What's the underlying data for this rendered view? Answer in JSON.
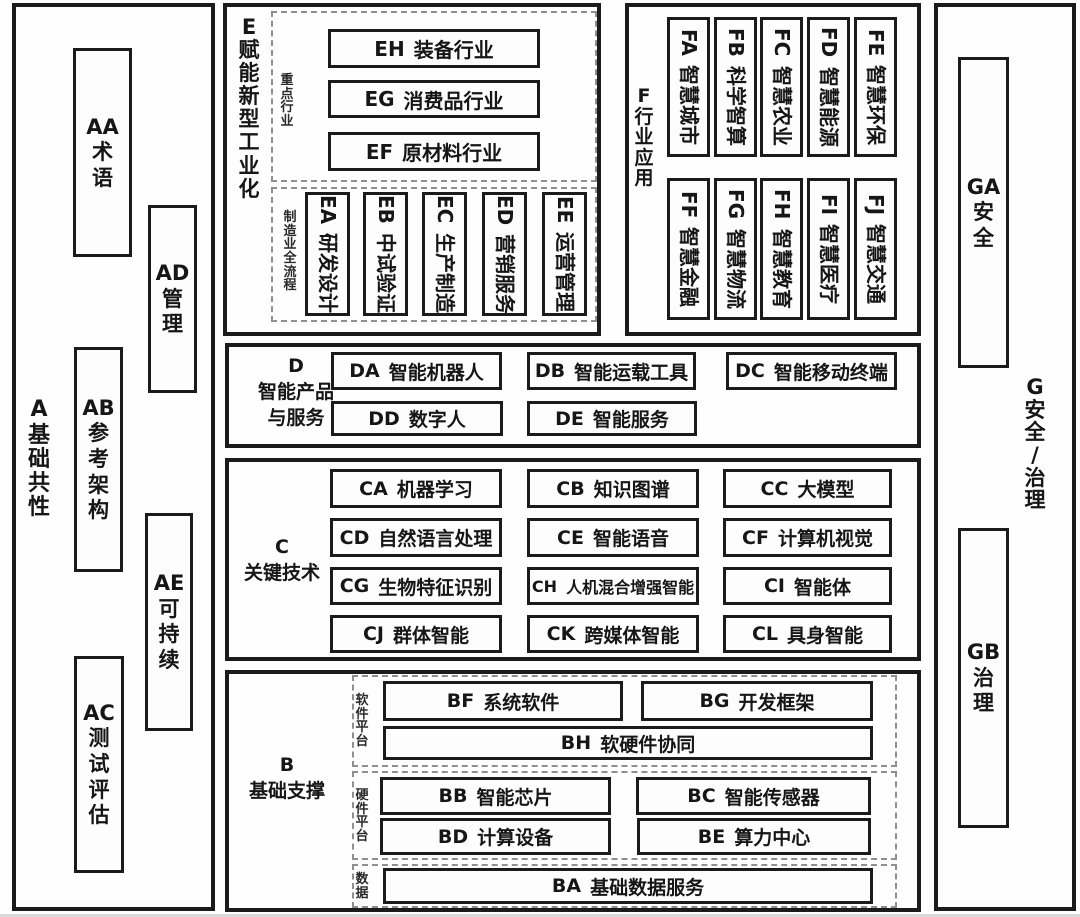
{
  "diagram": {
    "kind": "AI standards framework structure diagram",
    "colors": {
      "line": "#1b1b1b",
      "dashed_line": "#8f8f8f",
      "background": "#fefefe",
      "text": "#161616"
    },
    "a": {
      "code": "A",
      "name": "基础共性",
      "items": [
        {
          "code": "AA",
          "name": "术语"
        },
        {
          "code": "AD",
          "name": "管理"
        },
        {
          "code": "AB",
          "name": "参考架构"
        },
        {
          "code": "AE",
          "name": "可持续"
        },
        {
          "code": "AC",
          "name": "测试评估"
        }
      ]
    },
    "e": {
      "code": "E",
      "name": "赋能新型工业化",
      "key_industries": {
        "label": "重点行业",
        "items": [
          {
            "code": "EH",
            "name": "装备行业"
          },
          {
            "code": "EG",
            "name": "消费品行业"
          },
          {
            "code": "EF",
            "name": "原材料行业"
          }
        ]
      },
      "manufacturing_process": {
        "label": "制造业全流程",
        "items": [
          {
            "code": "EA",
            "name": "研发设计"
          },
          {
            "code": "EB",
            "name": "中试验证"
          },
          {
            "code": "EC",
            "name": "生产制造"
          },
          {
            "code": "ED",
            "name": "营销服务"
          },
          {
            "code": "EE",
            "name": "运营管理"
          }
        ]
      }
    },
    "f": {
      "code": "F",
      "name": "行业应用",
      "row1": [
        {
          "code": "FA",
          "name": "智慧城市"
        },
        {
          "code": "FB",
          "name": "科学智算"
        },
        {
          "code": "FC",
          "name": "智慧农业"
        },
        {
          "code": "FD",
          "name": "智慧能源"
        },
        {
          "code": "FE",
          "name": "智慧环保"
        }
      ],
      "row2": [
        {
          "code": "FF",
          "name": "智慧金融"
        },
        {
          "code": "FG",
          "name": "智慧物流"
        },
        {
          "code": "FH",
          "name": "智慧教育"
        },
        {
          "code": "FI",
          "name": "智慧医疗"
        },
        {
          "code": "FJ",
          "name": "智慧交通"
        }
      ]
    },
    "d": {
      "title_lines": [
        "D",
        "智能产品",
        "与服务"
      ],
      "row1": [
        {
          "code": "DA",
          "name": "智能机器人"
        },
        {
          "code": "DB",
          "name": "智能运载工具"
        },
        {
          "code": "DC",
          "name": "智能移动终端"
        }
      ],
      "row2": [
        {
          "code": "DD",
          "name": "数字人"
        },
        {
          "code": "DE",
          "name": "智能服务"
        }
      ]
    },
    "c": {
      "title_lines": [
        "C",
        "关键技术"
      ],
      "rows": [
        [
          {
            "code": "CA",
            "name": "机器学习"
          },
          {
            "code": "CB",
            "name": "知识图谱"
          },
          {
            "code": "CC",
            "name": "大模型"
          }
        ],
        [
          {
            "code": "CD",
            "name": "自然语言处理"
          },
          {
            "code": "CE",
            "name": "智能语音"
          },
          {
            "code": "CF",
            "name": "计算机视觉"
          }
        ],
        [
          {
            "code": "CG",
            "name": "生物特征识别"
          },
          {
            "code": "CH",
            "name": "人机混合增强智能"
          },
          {
            "code": "CI",
            "name": "智能体"
          }
        ],
        [
          {
            "code": "CJ",
            "name": "群体智能"
          },
          {
            "code": "CK",
            "name": "跨媒体智能"
          },
          {
            "code": "CL",
            "name": "具身智能"
          }
        ]
      ]
    },
    "b": {
      "title_lines": [
        "B",
        "基础支撑"
      ],
      "software": {
        "label": "软件平台",
        "row1": [
          {
            "code": "BF",
            "name": "系统软件"
          },
          {
            "code": "BG",
            "name": "开发框架"
          }
        ],
        "wide": {
          "code": "BH",
          "name": "软硬件协同"
        }
      },
      "hardware": {
        "label": "硬件平台",
        "row1": [
          {
            "code": "BB",
            "name": "智能芯片"
          },
          {
            "code": "BC",
            "name": "智能传感器"
          }
        ],
        "row2": [
          {
            "code": "BD",
            "name": "计算设备"
          },
          {
            "code": "BE",
            "name": "算力中心"
          }
        ]
      },
      "data": {
        "label": "数据",
        "wide": {
          "code": "BA",
          "name": "基础数据服务"
        }
      }
    },
    "g": {
      "code": "G",
      "name": "安全/治理",
      "items": [
        {
          "code": "GA",
          "name": "安全"
        },
        {
          "code": "GB",
          "name": "治理"
        }
      ]
    }
  }
}
